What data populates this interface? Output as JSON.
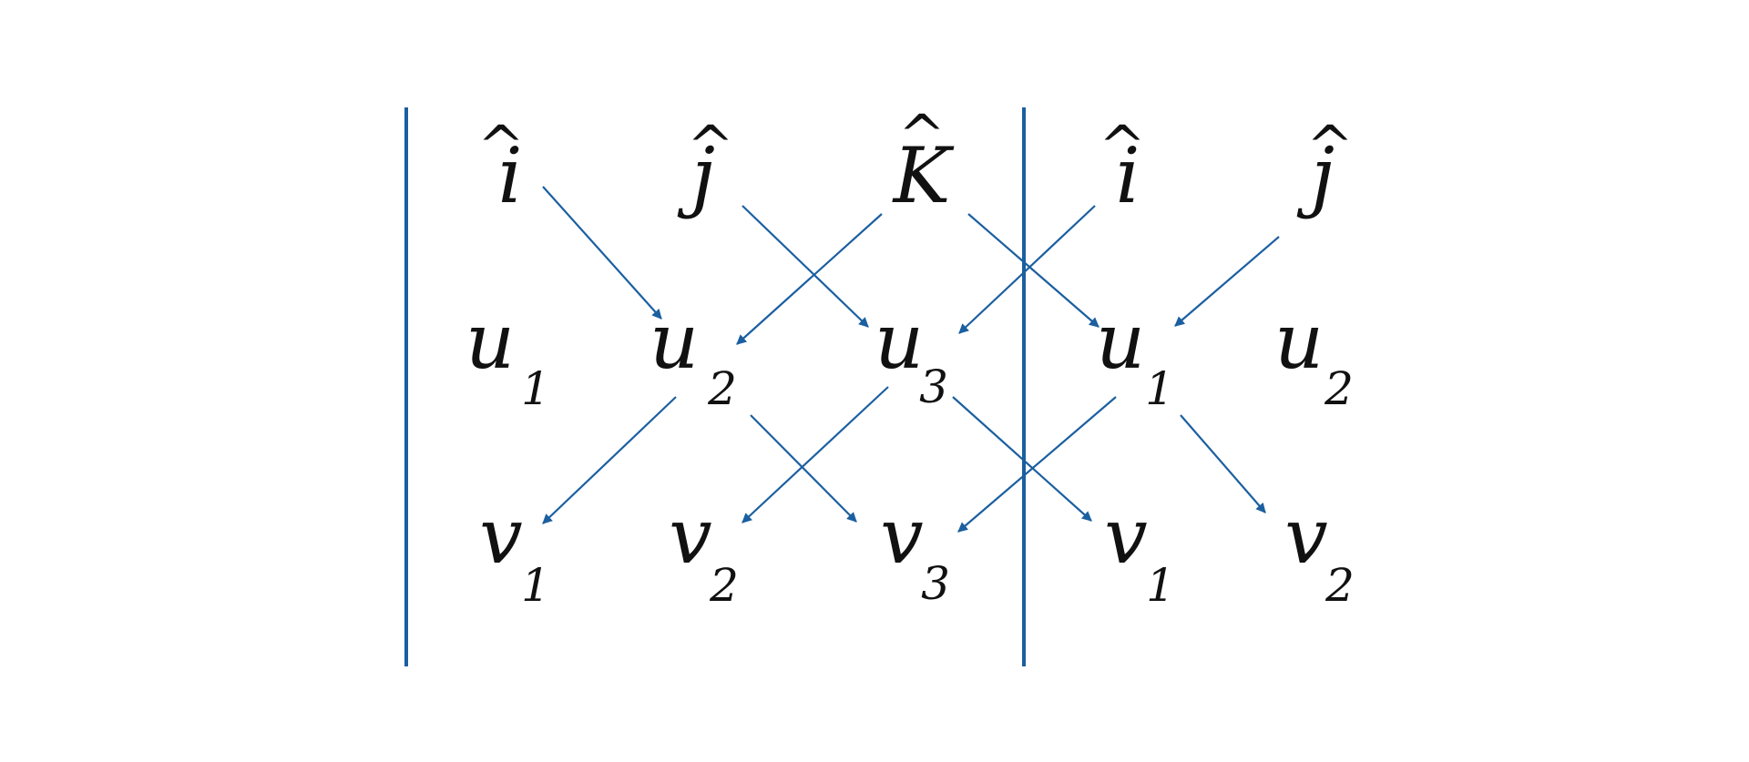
{
  "diagram": {
    "line_color": "#1b5fa0",
    "text_color": "#111111",
    "rows": {
      "unit_vectors": [
        {
          "base": "i",
          "hat": "^",
          "sub": ""
        },
        {
          "base": "j",
          "hat": "^",
          "sub": ""
        },
        {
          "base": "K",
          "hat": "^",
          "sub": ""
        },
        {
          "base": "i",
          "hat": "^",
          "sub": ""
        },
        {
          "base": "j",
          "hat": "^",
          "sub": ""
        }
      ],
      "u_components": [
        {
          "base": "u",
          "hat": "",
          "sub": "1"
        },
        {
          "base": "u",
          "hat": "",
          "sub": "2"
        },
        {
          "base": "u",
          "hat": "",
          "sub": "3"
        },
        {
          "base": "u",
          "hat": "",
          "sub": "1"
        },
        {
          "base": "u",
          "hat": "",
          "sub": "2"
        }
      ],
      "v_components": [
        {
          "base": "v",
          "hat": "",
          "sub": "1"
        },
        {
          "base": "v",
          "hat": "",
          "sub": "2"
        },
        {
          "base": "v",
          "hat": "",
          "sub": "3"
        },
        {
          "base": "v",
          "hat": "",
          "sub": "1"
        },
        {
          "base": "v",
          "hat": "",
          "sub": "2"
        }
      ]
    }
  }
}
